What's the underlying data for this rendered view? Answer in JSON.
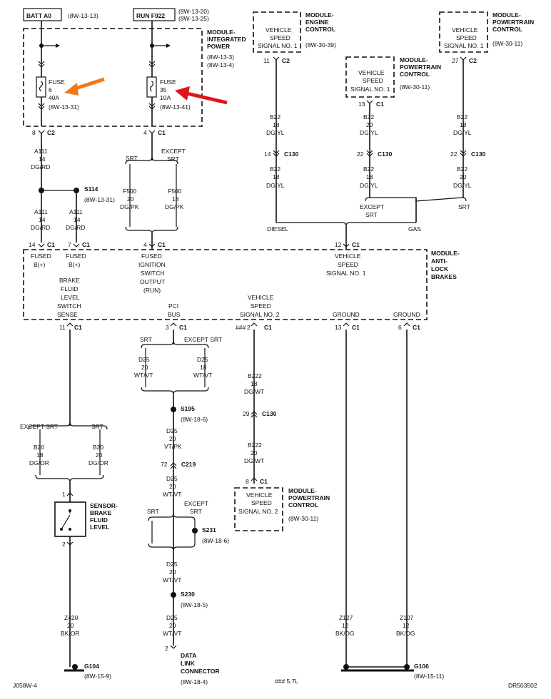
{
  "header": {
    "batt_box": "BATT A0",
    "batt_ref": "(8W-13-13)",
    "run_box": "RUN F922",
    "run_ref1": "(8W-13-20)",
    "run_ref2": "(8W-13-25)"
  },
  "module_ipm": {
    "name1": "MODULE-",
    "name2": "INTEGRATED",
    "name3": "POWER",
    "ref1": "(8W-13-3)",
    "ref2": "(8W-13-4)"
  },
  "fuse6": {
    "l1": "FUSE",
    "l2": "6",
    "l3": "40A",
    "l4": "(8W-13-31)"
  },
  "fuse35": {
    "l1": "FUSE",
    "l2": "35",
    "l3": "10A",
    "l4": "(8W-13-41)"
  },
  "ecm": {
    "box1": "VEHICLE",
    "box2": "SPEED",
    "box3": "SIGNAL NO. 1",
    "name1": "MODULE-",
    "name2": "ENGINE",
    "name3": "CONTROL",
    "ref": "(8W-30-39)",
    "pin": "11",
    "conn": "C2"
  },
  "pcm_mid": {
    "box1": "VEHICLE",
    "box2": "SPEED",
    "box3": "SIGNAL NO. 1",
    "name1": "MODULE-",
    "name2": "POWERTRAIN",
    "name3": "CONTROL",
    "ref": "(8W-30-11)",
    "pin": "13",
    "conn": "C1"
  },
  "pcm_right": {
    "box1": "VEHICLE",
    "box2": "SPEED",
    "box3": "SIGNAL NO. 1",
    "name1": "MODULE-",
    "name2": "POWERTRAIN",
    "name3": "CONTROL",
    "ref": "(8W-30-11)",
    "pin": "27",
    "conn": "C2"
  },
  "wires": {
    "a111": "A111",
    "g14": "14",
    "dgrd": "DG/RD",
    "b22": "B22",
    "g18": "18",
    "g20": "20",
    "dgyl": "DG/YL",
    "f500": "F500",
    "dgpk": "DG/PK",
    "d25": "D25",
    "wtvt": "WT/VT",
    "vtpk": "VT/PK",
    "b222": "B222",
    "dgwt": "DG/WT",
    "b20": "B20",
    "dgor": "DG/OR",
    "z420": "Z420",
    "bkor": "BK/OR",
    "z127": "Z127",
    "z107": "Z107",
    "g12": "12",
    "bkdg": "BK/DG"
  },
  "conns": {
    "c2": "C2",
    "c1": "C1",
    "c130": "C130",
    "c219": "C219",
    "p8": "8",
    "p4": "4",
    "p14": "14",
    "p22": "22",
    "p12": "12",
    "p7": "7",
    "p11": "11",
    "p3": "3",
    "p2": "2",
    "p13": "13",
    "p6": "6",
    "p29": "29",
    "p72": "72",
    "p1": "1"
  },
  "splices": {
    "s114": "S114",
    "s114_ref": "(8W-13-31)",
    "s195": "S195",
    "s195_ref": "(8W-18-6)",
    "s231": "S231",
    "s231_ref": "(8W-18-6)",
    "s230": "S230",
    "s230_ref": "(8W-18-5)"
  },
  "options": {
    "srt": "SRT",
    "except_srt": "EXCEPT SRT",
    "except": "EXCEPT",
    "diesel": "DIESEL",
    "gas": "GAS"
  },
  "abs": {
    "name1": "MODULE-",
    "name2": "ANTI-",
    "name3": "LOCK",
    "name4": "BRAKES",
    "fused1": "FUSED",
    "fused1b": "B(+)",
    "fused2": "FUSED",
    "fused2b": "B(+)",
    "ign1": "FUSED",
    "ign2": "IGNITION",
    "ign3": "SWITCH",
    "ign4": "OUTPUT",
    "ign5": "(RUN)",
    "vss1_1": "VEHICLE",
    "vss1_2": "SPEED",
    "vss1_3": "SIGNAL NO. 1",
    "bf1": "BRAKE",
    "bf2": "FLUID",
    "bf3": "LEVEL",
    "bf4": "SWITCH",
    "bf5": "SENSE",
    "pci1": "PCI",
    "pci2": "BUS",
    "vss2_1": "VEHICLE",
    "vss2_2": "SPEED",
    "vss2_3": "SIGNAL NO. 2",
    "gnd": "GROUND",
    "marks": "###"
  },
  "pcm_low": {
    "box1": "VEHICLE",
    "box2": "SPEED",
    "box3": "SIGNAL NO. 2",
    "name1": "MODULE-",
    "name2": "POWERTRAIN",
    "name3": "CONTROL",
    "ref": "(8W-30-11)"
  },
  "sensor": {
    "name1": "SENSOR-",
    "name2": "BRAKE",
    "name3": "FLUID",
    "name4": "LEVEL"
  },
  "grounds": {
    "g104": "G104",
    "g104_ref": "(8W-15-9)",
    "g106": "G106",
    "g106_ref": "(8W-15-11)"
  },
  "dlc": {
    "name1": "DATA",
    "name2": "LINK",
    "name3": "CONNECTOR",
    "ref": "(8W-18-4)"
  },
  "footer": {
    "left": "J058W-4",
    "mid": "### 5.7L",
    "right": "DR503502"
  },
  "colors": {
    "orange_arrow": "#f07a1a",
    "red_arrow": "#e0141a",
    "ink": "#111111"
  },
  "icons": [
    "fuse-icon",
    "arrow-icon",
    "splice-dot-icon",
    "ground-icon",
    "switch-icon"
  ]
}
